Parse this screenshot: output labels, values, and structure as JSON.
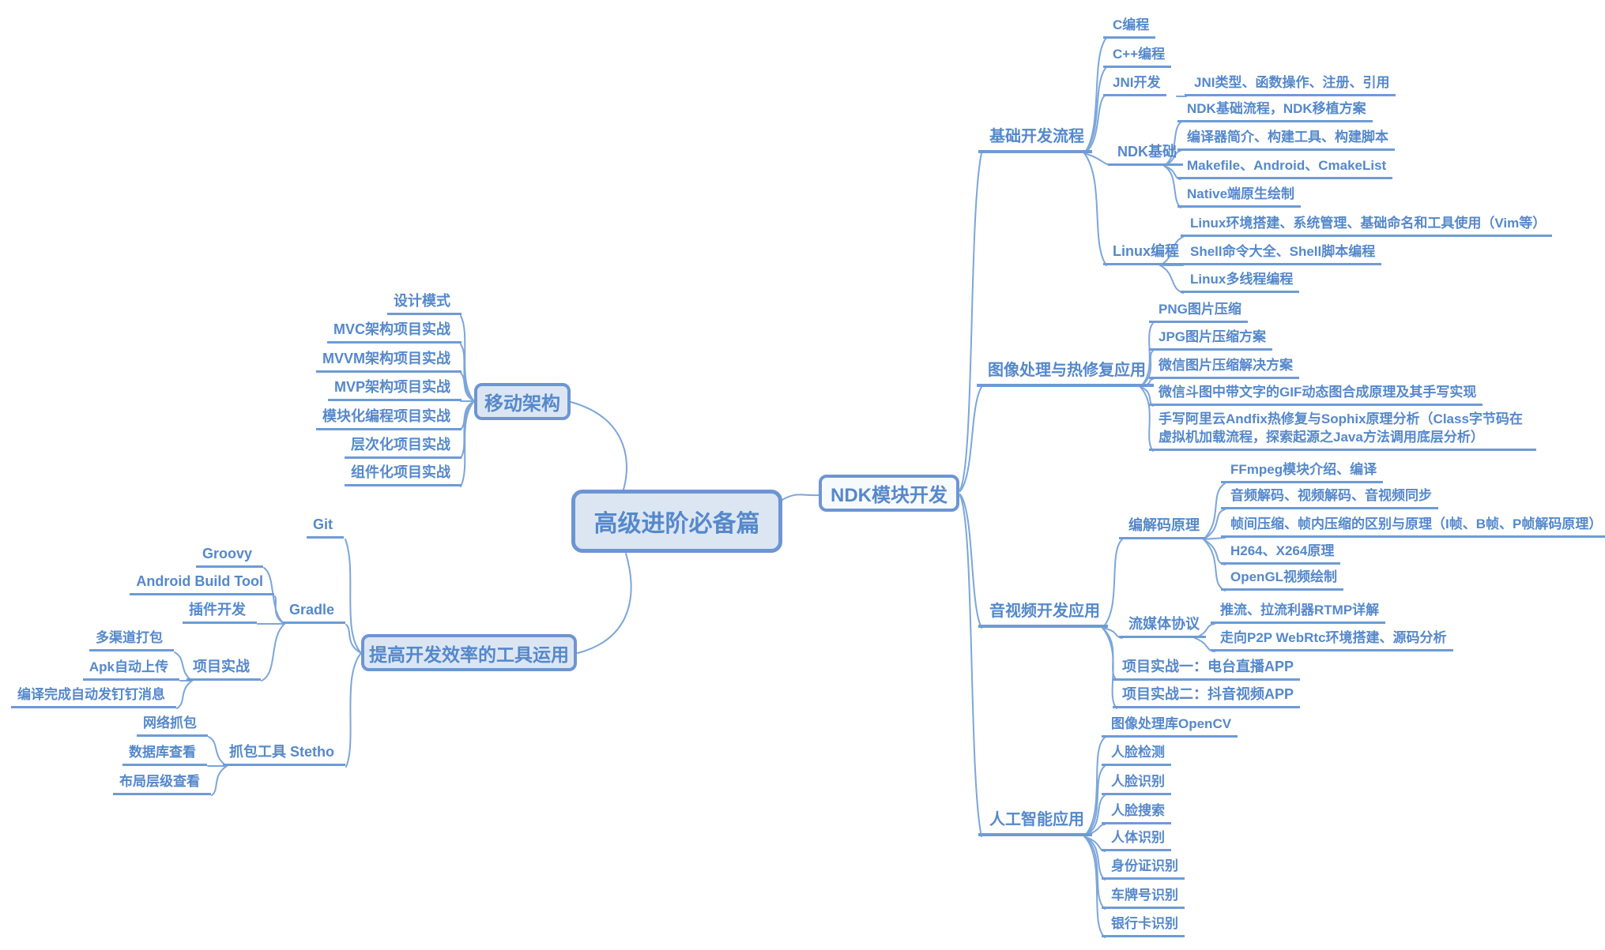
{
  "root": {
    "label": "高级进阶必备篇"
  },
  "colors": {
    "line": "#7ca6da",
    "underline": "#6e9bd6",
    "text": "#5588cb",
    "node_fill": "#dce6f3",
    "node_border": "#6d95d3"
  },
  "left": {
    "mobile": {
      "label": "移动架构",
      "children": [
        "设计模式",
        "MVC架构项目实战",
        "MVVM架构项目实战",
        "MVP架构项目实战",
        "模块化编程项目实战",
        "层次化项目实战",
        "组件化项目实战"
      ]
    },
    "tools": {
      "label": "提高开发效率的工具运用",
      "git": "Git",
      "gradle": {
        "label": "Gradle",
        "children": [
          "Groovy",
          "Android Build Tool",
          "插件开发",
          "项目实战"
        ],
        "project": {
          "children": [
            "多渠道打包",
            "Apk自动上传",
            "编译完成自动发钉钉消息"
          ]
        }
      },
      "stetho": {
        "label": "抓包工具 Stetho",
        "children": [
          "网络抓包",
          "数据库查看",
          "布局层级查看"
        ]
      }
    }
  },
  "right": {
    "ndk": {
      "label": "NDK模块开发"
    },
    "basic": {
      "label": "基础开发流程",
      "c": "C编程",
      "cpp": "C++编程",
      "jni": "JNI开发",
      "jni_detail": "JNI类型、函数操作、注册、引用",
      "ndk_base": {
        "label": "NDK基础",
        "children": [
          "NDK基础流程，NDK移植方案",
          "编译器简介、构建工具、构建脚本",
          "Makefile、Android、CmakeList",
          "Native端原生绘制"
        ]
      },
      "linux": {
        "label": "Linux编程",
        "children": [
          "Linux环境搭建、系统管理、基础命名和工具使用（Vim等）",
          "Shell命令大全、Shell脚本编程",
          "Linux多线程编程"
        ]
      }
    },
    "image": {
      "label": "图像处理与热修复应用",
      "children": [
        "PNG图片压缩",
        "JPG图片压缩方案",
        "微信图片压缩解决方案",
        "微信斗图中带文字的GIF动态图合成原理及其手写实现",
        "手写阿里云Andfix热修复与Sophix原理分析（Class字节码在虚拟机加载流程，探索起源之Java方法调用底层分析）"
      ]
    },
    "av": {
      "label": "音视频开发应用",
      "codec": {
        "label": "编解码原理",
        "children": [
          "FFmpeg模块介绍、编译",
          "音频解码、视频解码、音视频同步",
          "帧间压缩、帧内压缩的区别与原理（I帧、B帧、P帧解码原理）",
          "H264、X264原理",
          "OpenGL视频绘制"
        ]
      },
      "stream": {
        "label": "流媒体协议",
        "children": [
          "推流、拉流利器RTMP详解",
          "走向P2P WebRtc环境搭建、源码分析"
        ]
      },
      "p1": "项目实战一：电台直播APP",
      "p2": "项目实战二：抖音视频APP"
    },
    "ai": {
      "label": "人工智能应用",
      "children": [
        "图像处理库OpenCV",
        "人脸检测",
        "人脸识别",
        "人脸搜索",
        "人体识别",
        "身份证识别",
        "车牌号识别",
        "银行卡识别"
      ]
    }
  }
}
